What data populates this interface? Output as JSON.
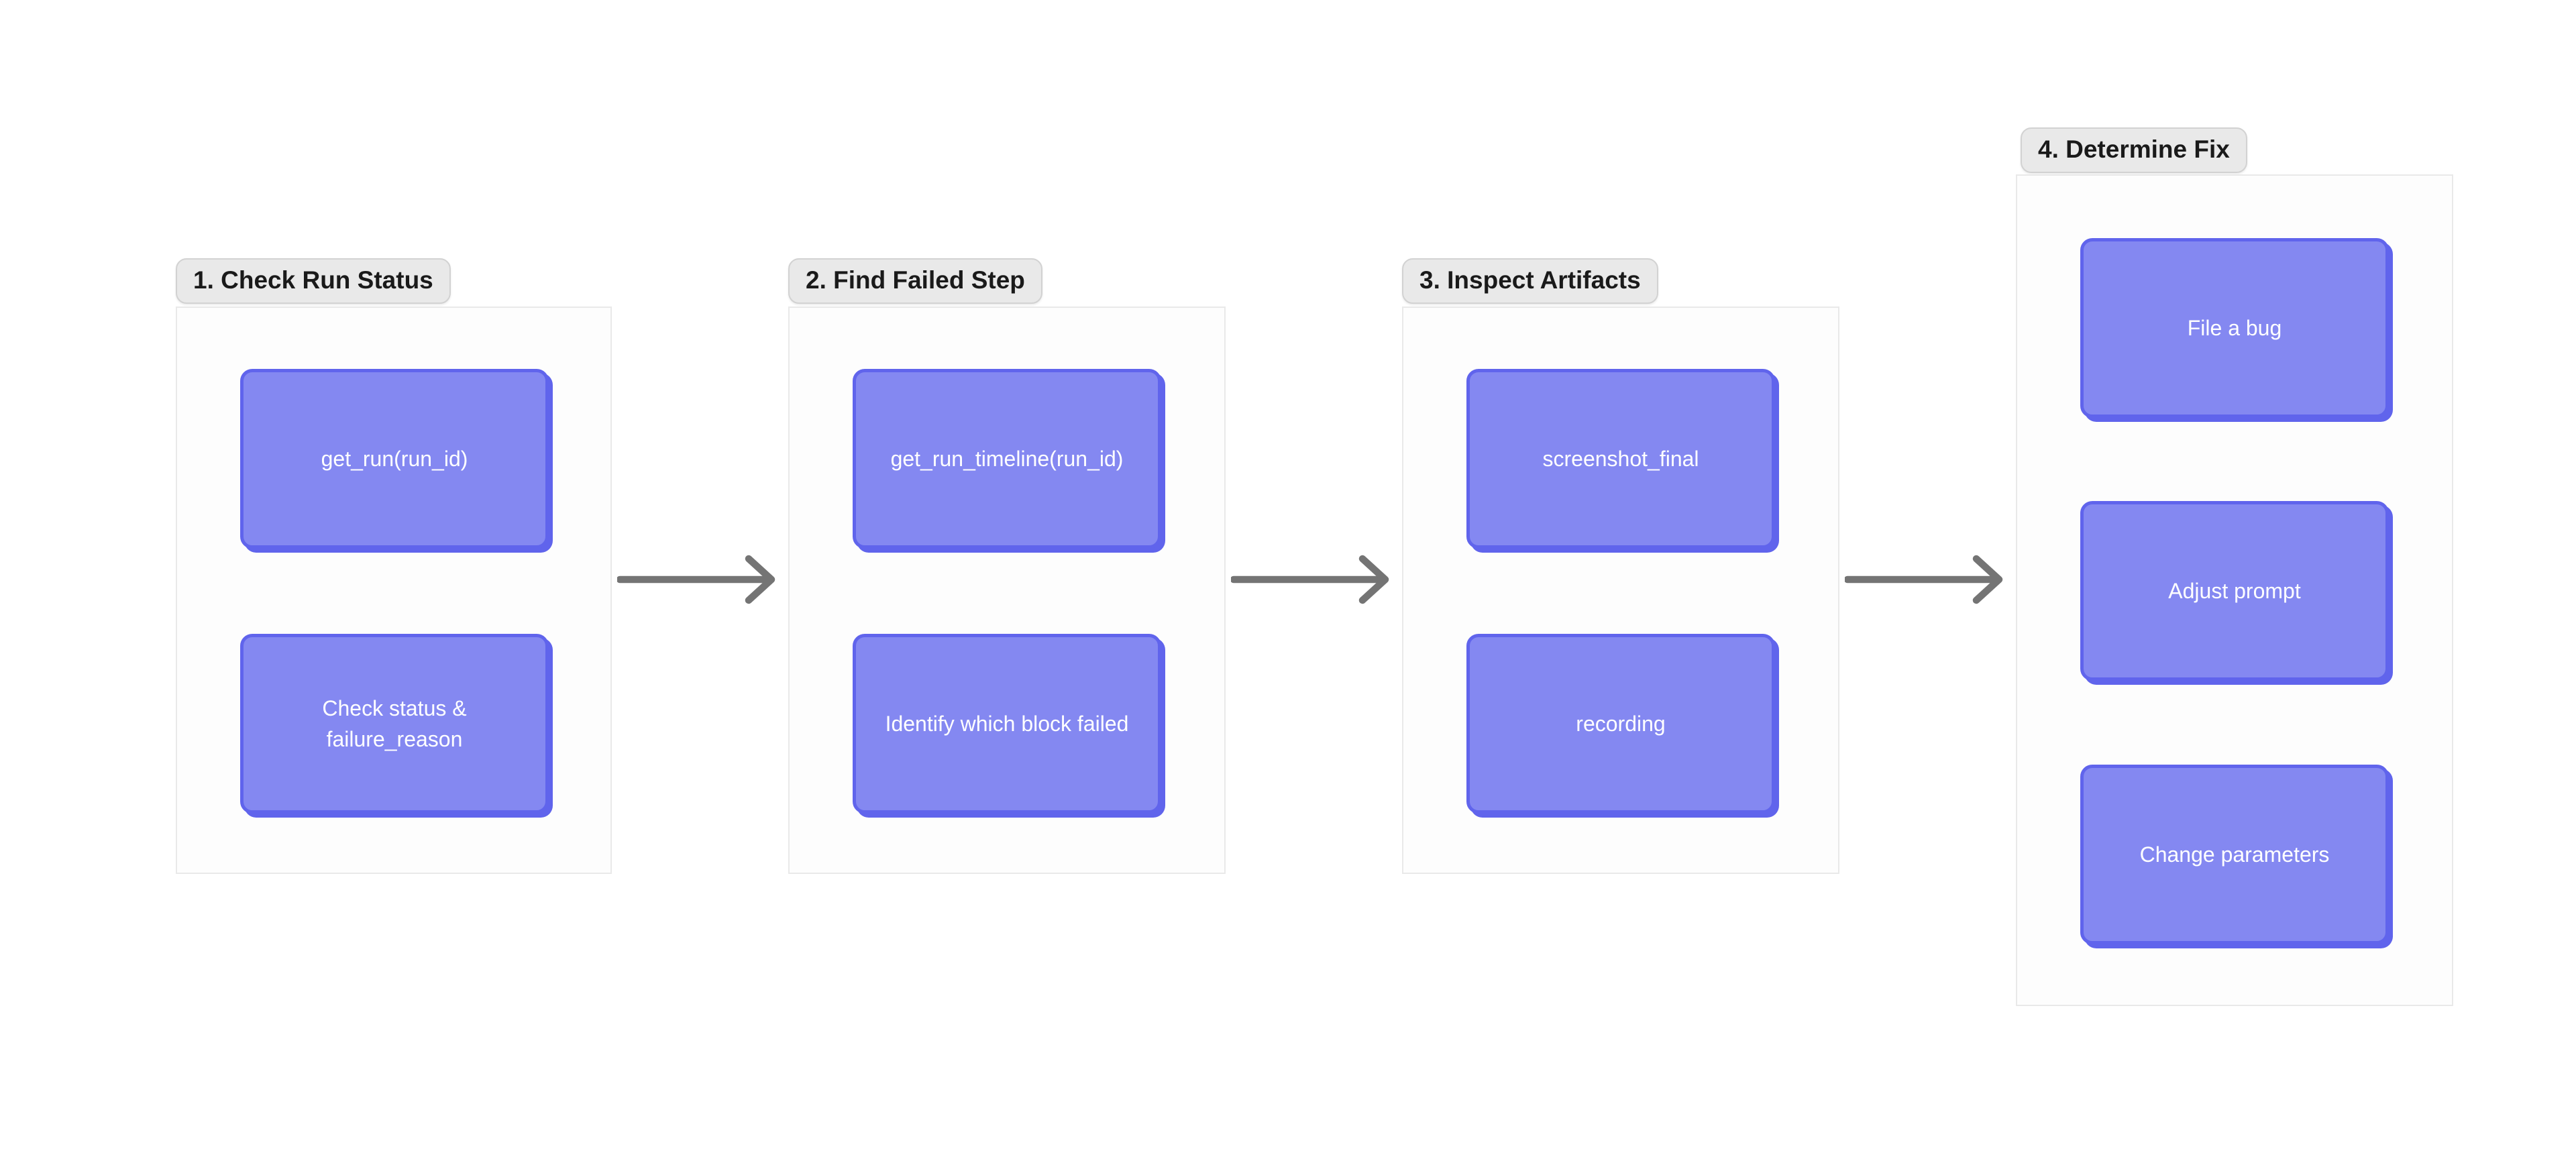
{
  "colors": {
    "node-fill": "#8488f1",
    "node-border": "#6064ec",
    "node-text": "#ffffff",
    "group-bg": "#fdfdfd",
    "group-border": "#e9e9e9",
    "label-bg": "#e9e9e9",
    "label-border": "#d2d2d2",
    "label-text": "#1a1a1a",
    "arrow": "#747474",
    "page-bg": "#ffffff"
  },
  "diagram": {
    "groups": [
      {
        "label": "1. Check Run Status",
        "nodes": [
          {
            "label": "get_run(run_id)"
          },
          {
            "label": "Check status & failure_reason"
          }
        ]
      },
      {
        "label": "2. Find Failed Step",
        "nodes": [
          {
            "label": "get_run_timeline(run_id)"
          },
          {
            "label": "Identify which block failed"
          }
        ]
      },
      {
        "label": "3. Inspect Artifacts",
        "nodes": [
          {
            "label": "screenshot_final"
          },
          {
            "label": "recording"
          }
        ]
      },
      {
        "label": "4. Determine Fix",
        "nodes": [
          {
            "label": "File a bug"
          },
          {
            "label": "Adjust prompt"
          },
          {
            "label": "Change parameters"
          }
        ]
      }
    ]
  }
}
